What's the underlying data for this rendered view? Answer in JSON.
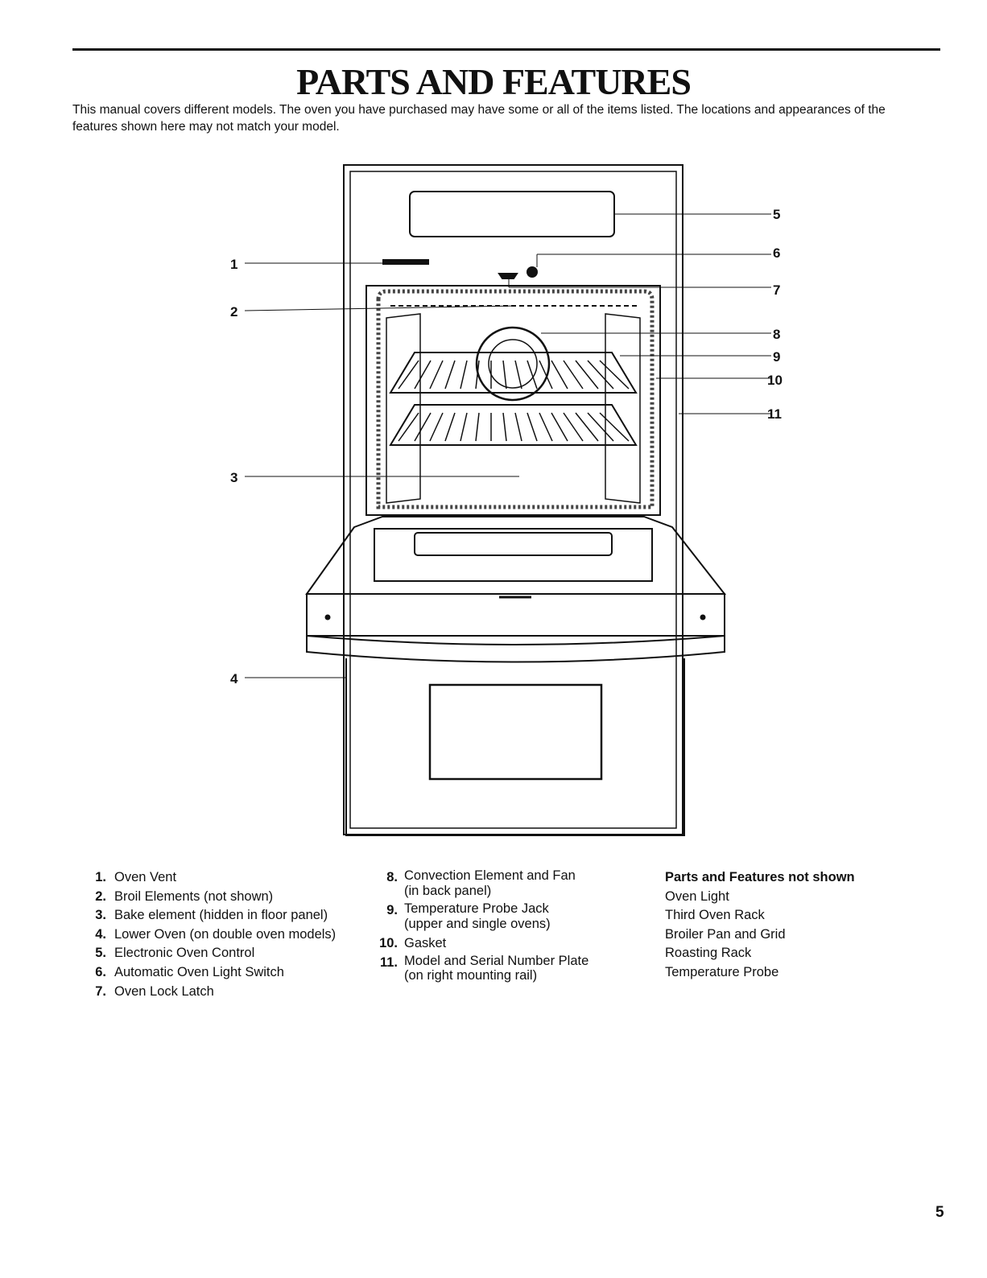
{
  "header": {
    "title": "PARTS AND FEATURES",
    "intro": "This manual covers different models. The oven you have purchased may have some or all of the items listed. The locations and appearances of the features shown here may not match your model."
  },
  "callouts": [
    "1",
    "2",
    "3",
    "4",
    "5",
    "6",
    "7",
    "8",
    "9",
    "10",
    "11"
  ],
  "parts_list_left": [
    {
      "num": "1.",
      "label": "Oven Vent"
    },
    {
      "num": "2.",
      "label": "Broil Elements (not shown)"
    },
    {
      "num": "3.",
      "label": "Bake element (hidden in floor panel)"
    },
    {
      "num": "4.",
      "label": "Lower Oven (on double oven models)"
    },
    {
      "num": "5.",
      "label": "Electronic Oven Control"
    },
    {
      "num": "6.",
      "label": "Automatic Oven Light Switch"
    },
    {
      "num": "7.",
      "label": "Oven Lock Latch"
    }
  ],
  "parts_list_middle": [
    {
      "num": "8.",
      "label": "Convection Element and Fan",
      "sub": "(in back panel)"
    },
    {
      "num": "9.",
      "label": "Temperature Probe Jack",
      "sub": "(upper and single ovens)"
    },
    {
      "num": "10.",
      "label": "Gasket",
      "sub": ""
    },
    {
      "num": "11.",
      "label": "Model and Serial Number Plate",
      "sub": "(on right mounting rail)"
    }
  ],
  "not_shown": {
    "heading": "Parts and Features not shown",
    "items": [
      "Oven Light",
      "Third Oven Rack",
      "Broiler Pan and Grid",
      "Roasting Rack",
      "Temperature Probe"
    ]
  },
  "page_number": "5"
}
